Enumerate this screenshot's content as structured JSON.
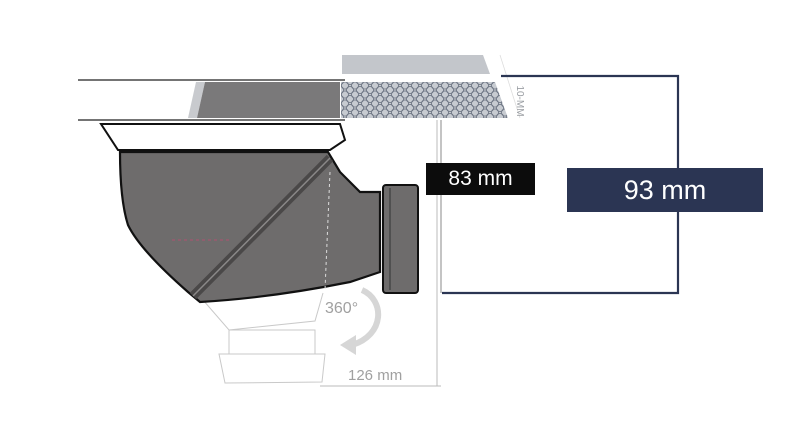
{
  "labels": {
    "height_trap": "83 mm",
    "height_total": "93 mm",
    "tile_thickness": "10-MM",
    "rotation": "360°",
    "width": "126 mm"
  },
  "colors": {
    "navy": "#2b3553",
    "black": "#0c0c0c",
    "trap_gray": "#6e6c6c",
    "dim_gray": "#a0a0a0"
  }
}
